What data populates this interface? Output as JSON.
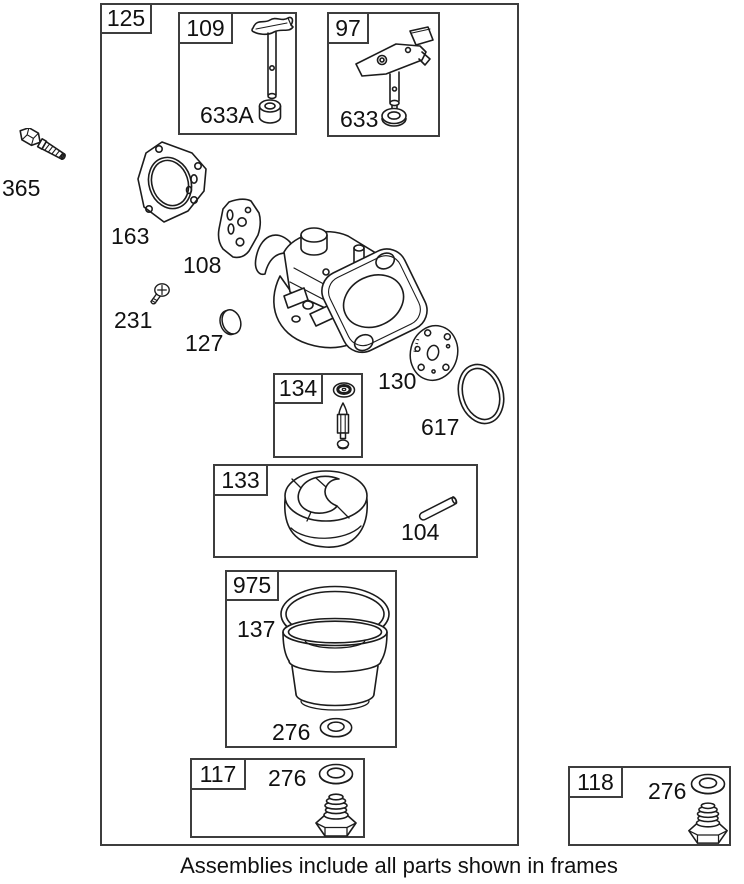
{
  "caption": "Assemblies include all parts shown in frames",
  "colors": {
    "line": "#1c1c1c",
    "frame_border": "#3d3d3d",
    "background": "#ffffff"
  },
  "frames": {
    "main": {
      "label": "125"
    },
    "f109": {
      "label": "109",
      "bushing_label": "633A"
    },
    "f97": {
      "label": "97",
      "washer_label": "633"
    },
    "f134": {
      "label": "134"
    },
    "f133": {
      "label": "133",
      "pin_label": "104"
    },
    "f975": {
      "label": "975",
      "gasket_label": "137",
      "washer_label": "276"
    },
    "f117": {
      "label": "117",
      "washer_label": "276"
    },
    "f118": {
      "label": "118",
      "washer_label": "276"
    }
  },
  "parts": {
    "mounting_bolt": "365",
    "carburetor_gasket": "163",
    "spacer_gasket": "108",
    "screw": "231",
    "throttle_plate": "127",
    "jet_plate": "130",
    "o_ring": "617"
  }
}
